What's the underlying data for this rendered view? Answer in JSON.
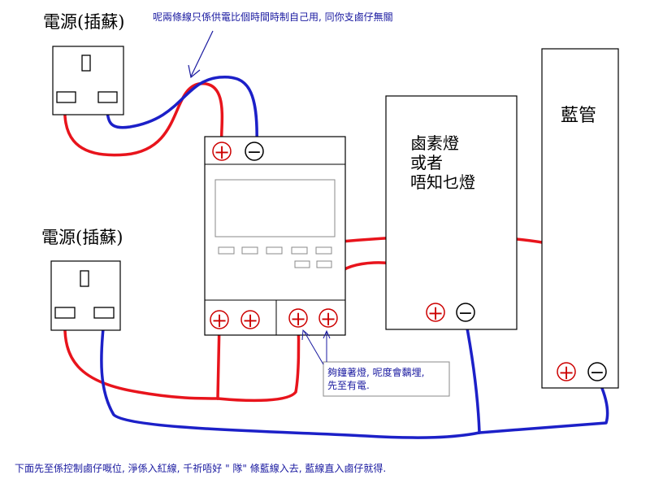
{
  "colors": {
    "red_wire": "#e8141c",
    "blue_wire": "#1c20c8",
    "outline": "#000000",
    "symbol": "#cc0000",
    "note_text": "#1a1aa0",
    "note_border": "#8a8a8a"
  },
  "labels": {
    "power_top": "電源(插蘇)",
    "power_bottom": "電源(插蘇)",
    "arrow_note": "呢兩條線只係供電比個時間時制自己用, 同你支鹵仔無關",
    "lamp_line1": "鹵素燈",
    "lamp_line2": "或者",
    "lamp_line3": "唔知乜燈",
    "tube_label": "藍管",
    "callout_line1": "夠鐘著燈, 呢度會黐埋,",
    "callout_line2": "先至有電.",
    "bottom_note": "下面先至係控制鹵仔嘅位, 淨係入紅線, 千祈唔好 \" 隊\" 條藍線入去, 藍線直入鹵仔就得."
  },
  "symbols": {
    "plus": "+",
    "minus": "−"
  }
}
